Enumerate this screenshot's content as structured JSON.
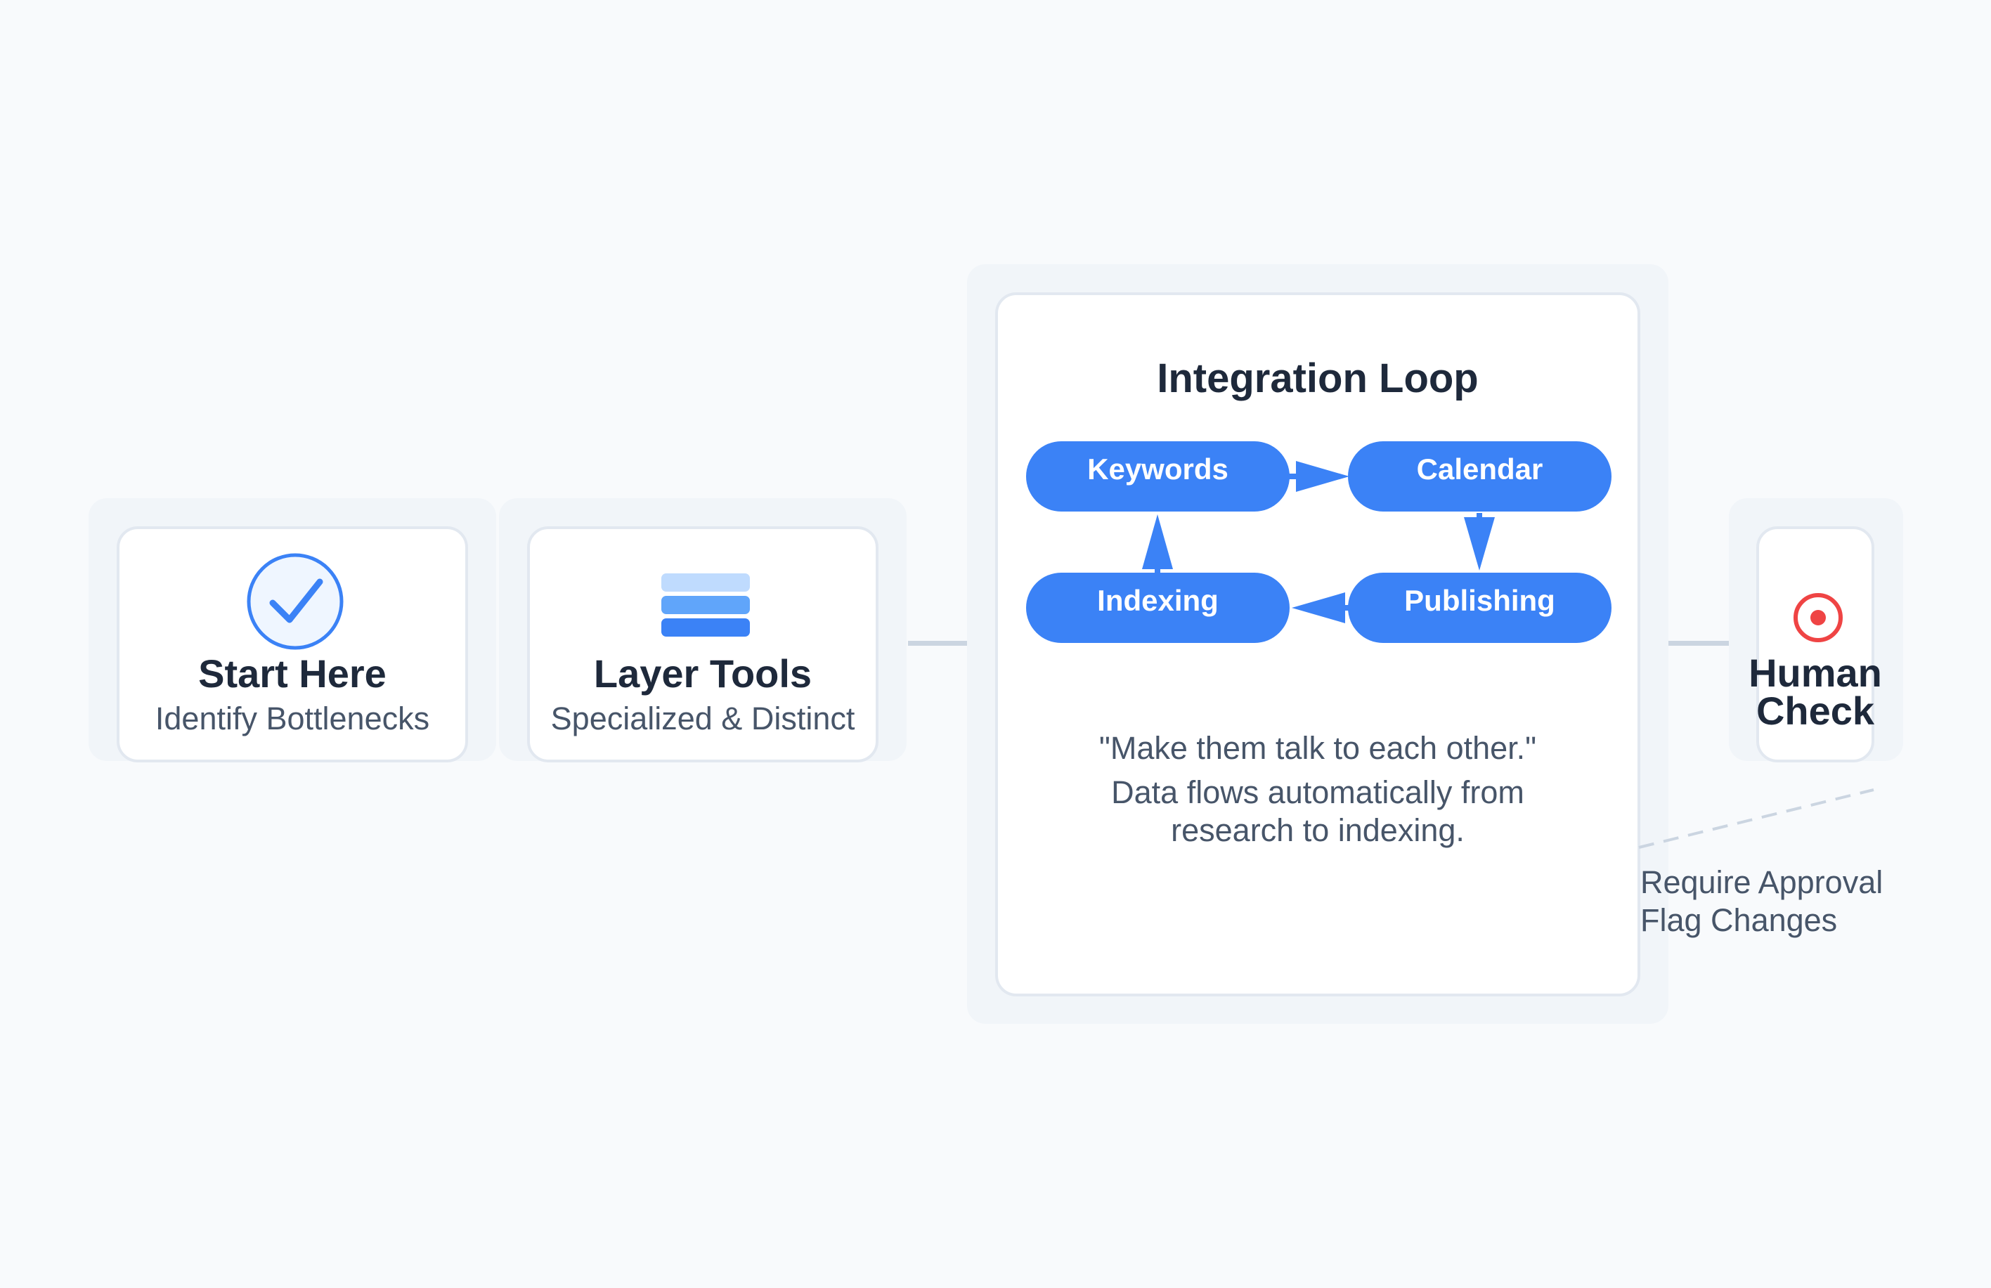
{
  "nodes": {
    "start": {
      "title": "Start Here",
      "subtitle": "Identify Bottlenecks",
      "icon": "checkmark-circle-icon"
    },
    "layer": {
      "title": "Layer Tools",
      "subtitle": "Specialized & Distinct",
      "icon": "stack-icon"
    },
    "human": {
      "title_line1": "Human",
      "title_line2": "Check",
      "icon": "target-icon"
    }
  },
  "loop": {
    "title": "Integration Loop",
    "steps": [
      "Keywords",
      "Calendar",
      "Publishing",
      "Indexing"
    ],
    "quote": "\"Make them talk to each other.\"",
    "description_line1": "Data flows automatically from",
    "description_line2": "research to indexing."
  },
  "annotation": {
    "line1": "Require Approval",
    "line2": "Flag Changes"
  },
  "colors": {
    "accent": "#3b82f6",
    "alert": "#ef4444",
    "text_dark": "#1e293b",
    "text_muted": "#475569"
  }
}
